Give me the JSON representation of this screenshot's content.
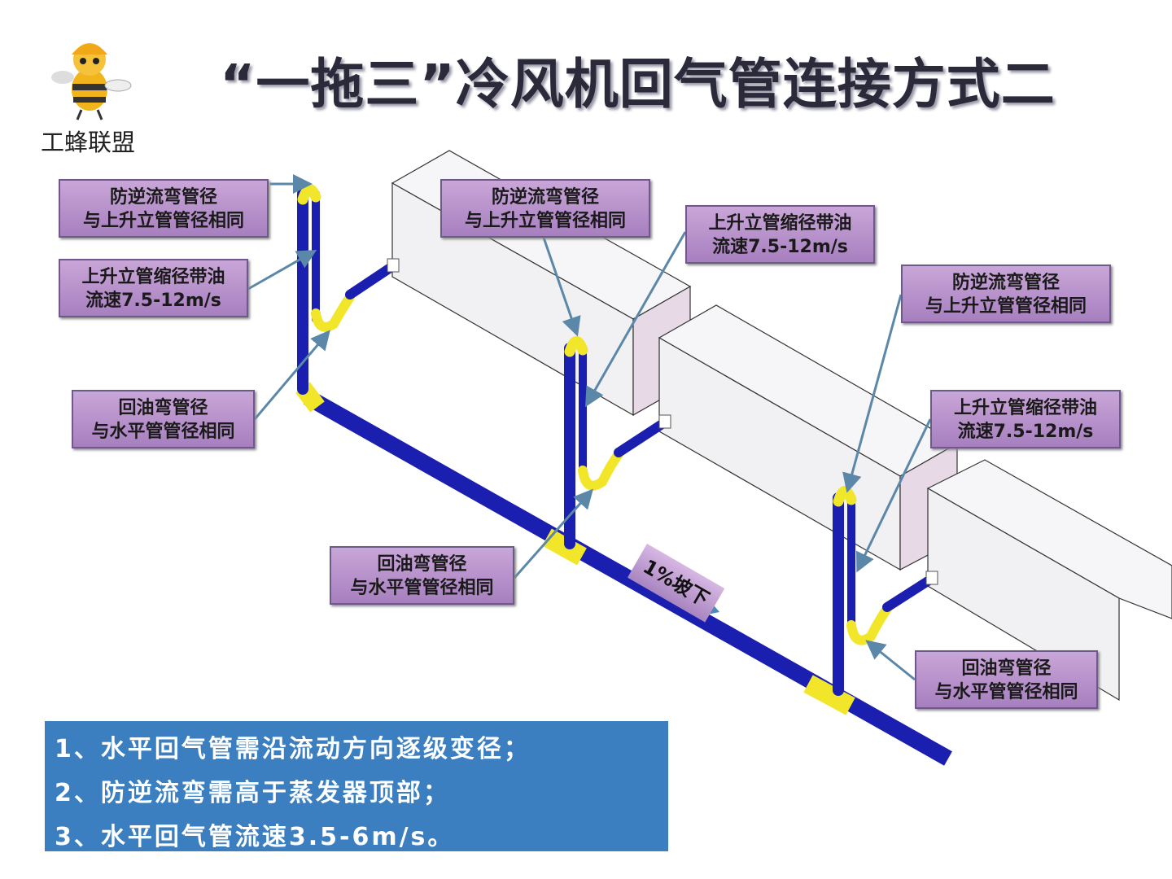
{
  "title": "“一拖三”冷风机回气管连接方式二",
  "brand": "工蜂联盟",
  "labels": [
    {
      "line1": "防逆流弯管径",
      "line2": "与上升立管管径相同"
    },
    {
      "line1": "上升立管缩径带油",
      "line2": "流速7.5-12m/s"
    },
    {
      "line1": "回油弯管径",
      "line2": "与水平管管径相同"
    },
    {
      "line1": "防逆流弯管径",
      "line2": "与上升立管管径相同"
    },
    {
      "line1": "上升立管缩径带油",
      "line2": "流速7.5-12m/s"
    },
    {
      "line1": "防逆流弯管径",
      "line2": "与上升立管管径相同"
    },
    {
      "line1": "上升立管缩径带油",
      "line2": "流速7.5-12m/s"
    },
    {
      "line1": "回油弯管径",
      "line2": "与水平管管径相同"
    },
    {
      "line1": "回油弯管径",
      "line2": "与水平管管径相同"
    }
  ],
  "slope_label": "1%坡下",
  "notes": [
    "1、水平回气管需沿流动方向逐级变径；",
    "2、防逆流弯需高于蒸发器顶部；",
    "3、水平回气管流速3.5-6m/s。"
  ],
  "colors": {
    "pipe": "#1a1fb0",
    "fitting": "#f2e62a",
    "label": "#b892cc",
    "notes": "#3b7fc0",
    "arrow": "#5b87a8"
  }
}
